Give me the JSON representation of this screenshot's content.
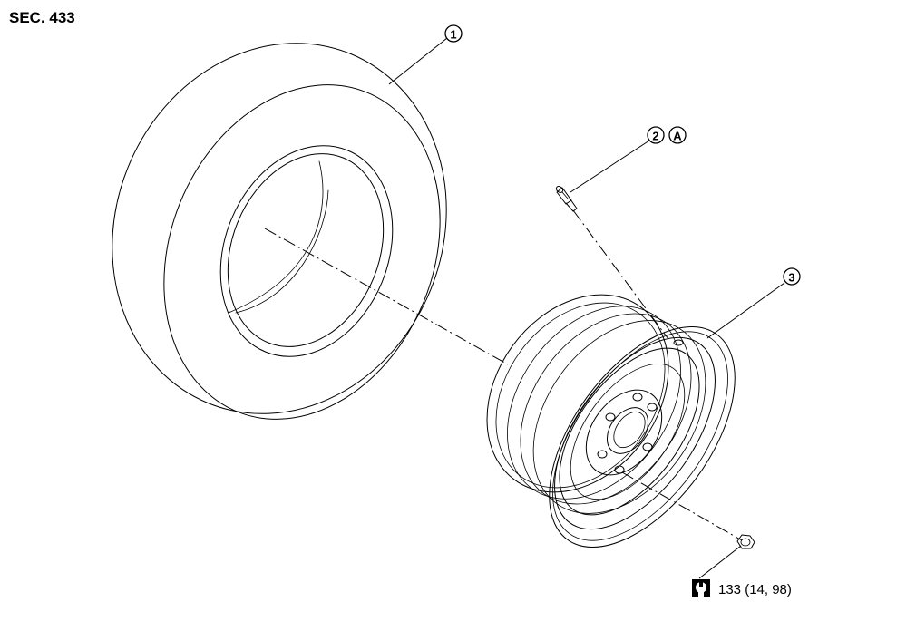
{
  "section_label": "SEC. 433",
  "callouts": [
    {
      "id": "tire",
      "label": "1"
    },
    {
      "id": "valve",
      "label": "2"
    },
    {
      "id": "valve_ref",
      "label": "A"
    },
    {
      "id": "wheel",
      "label": "3"
    }
  ],
  "torque_spec": "133 (14, 98)",
  "icons": {
    "torque": "torque-wrench-icon"
  }
}
